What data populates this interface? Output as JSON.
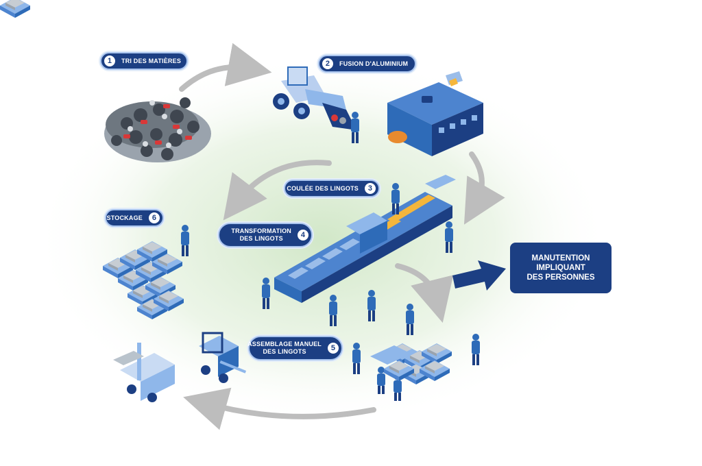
{
  "steps": [
    {
      "number": "1",
      "label": "TRI DES MATIÈRES"
    },
    {
      "number": "2",
      "label": "FUSION D'ALUMINIUM"
    },
    {
      "number": "3",
      "label": "COULÉE DES LINGOTS"
    },
    {
      "number": "4",
      "label_line1": "TRANSFORMATION",
      "label_line2": "DES LINGOTS"
    },
    {
      "number": "5",
      "label_line1": "ASSEMBLAGE MANUEL",
      "label_line2": "DES LINGOTS"
    },
    {
      "number": "6",
      "label": "STOCKAGE"
    }
  ],
  "result": {
    "line1": "MANUTENTION",
    "line2": "IMPLIQUANT",
    "line3": "DES PERSONNES"
  },
  "colors": {
    "navy": "#1c3f83",
    "blue": "#2e6bb8",
    "light_blue": "#8fb7ea",
    "arrow_grey": "#bdbdbd",
    "glow_green": "#cfe6c5",
    "ingot_yellow": "#f5b63b"
  },
  "icons": [
    "scrap-pile-icon",
    "wheel-loader-icon",
    "furnace-icon",
    "casting-line-icon",
    "worker-icon",
    "ingot-pallet-icon",
    "forklift-icon",
    "arrow-right-icon"
  ]
}
